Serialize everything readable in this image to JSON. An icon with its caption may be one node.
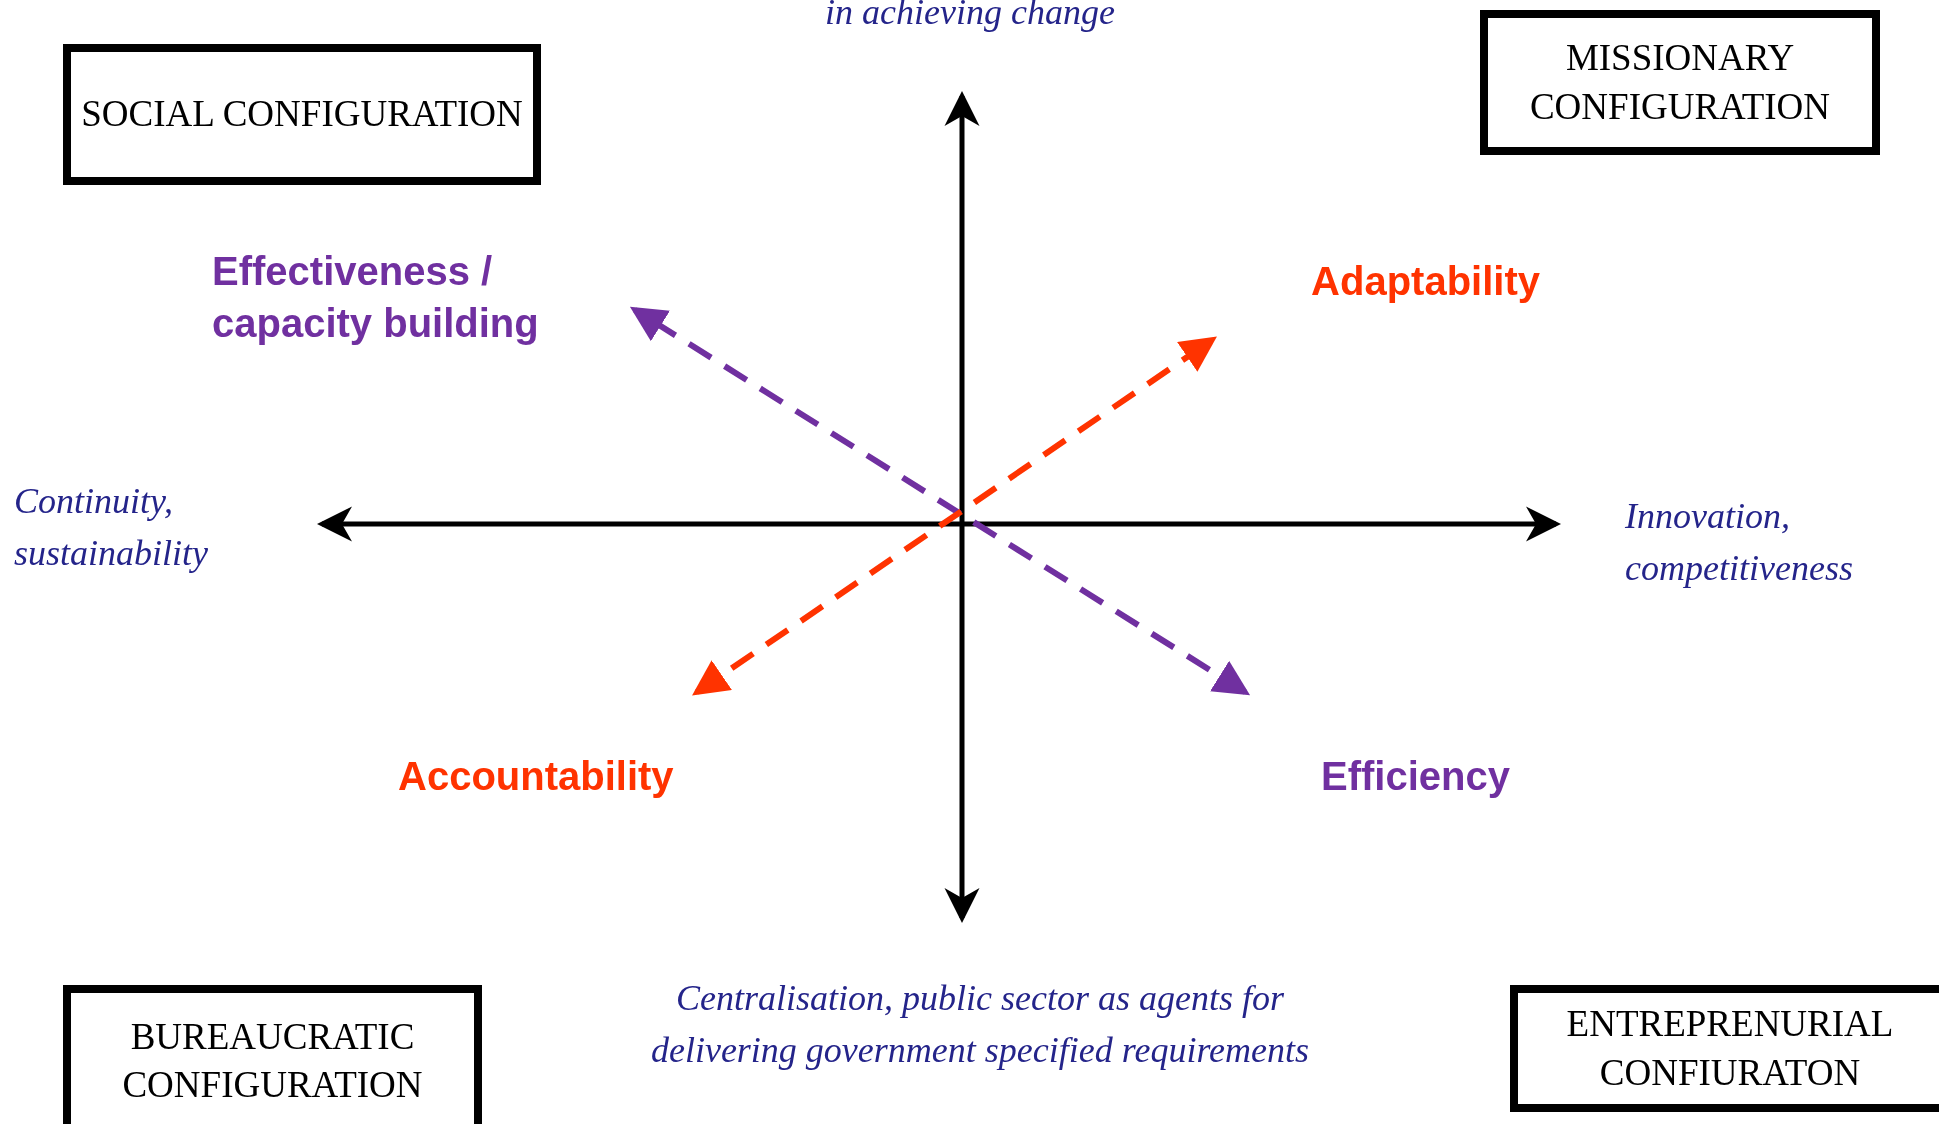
{
  "diagram": {
    "nodes": [
      {
        "text": [
          "SOCIAL CONFIGURATION"
        ]
      },
      {
        "text": [
          "MISSIONARY CONFIGURATION"
        ]
      },
      {
        "text": [
          "BUREAUCRATIC CONFIGURATION"
        ]
      },
      {
        "text": [
          "ENTREPRENURIAL CONFIURATON"
        ]
      },
      {
        "text": [
          "Effectiveness / capacity building"
        ]
      },
      {
        "text": [
          "Adaptability"
        ]
      },
      {
        "text": [
          "Accountability"
        ]
      },
      {
        "text": [
          "Efficiency"
        ]
      }
    ],
    "edges": [
      {
        "from": 7,
        "to": 4,
        "arrow": "both",
        "style": "dashed",
        "color": "#7030a0"
      },
      {
        "from": 6,
        "to": 5,
        "arrow": "both",
        "style": "dashed",
        "color": "#ff3300"
      }
    ],
    "labels": [
      "in achieving change",
      "Continuity, sustainability",
      "Innovation, competitiveness",
      "Centralisation, public sector as agents for delivering government specified requirements"
    ]
  }
}
